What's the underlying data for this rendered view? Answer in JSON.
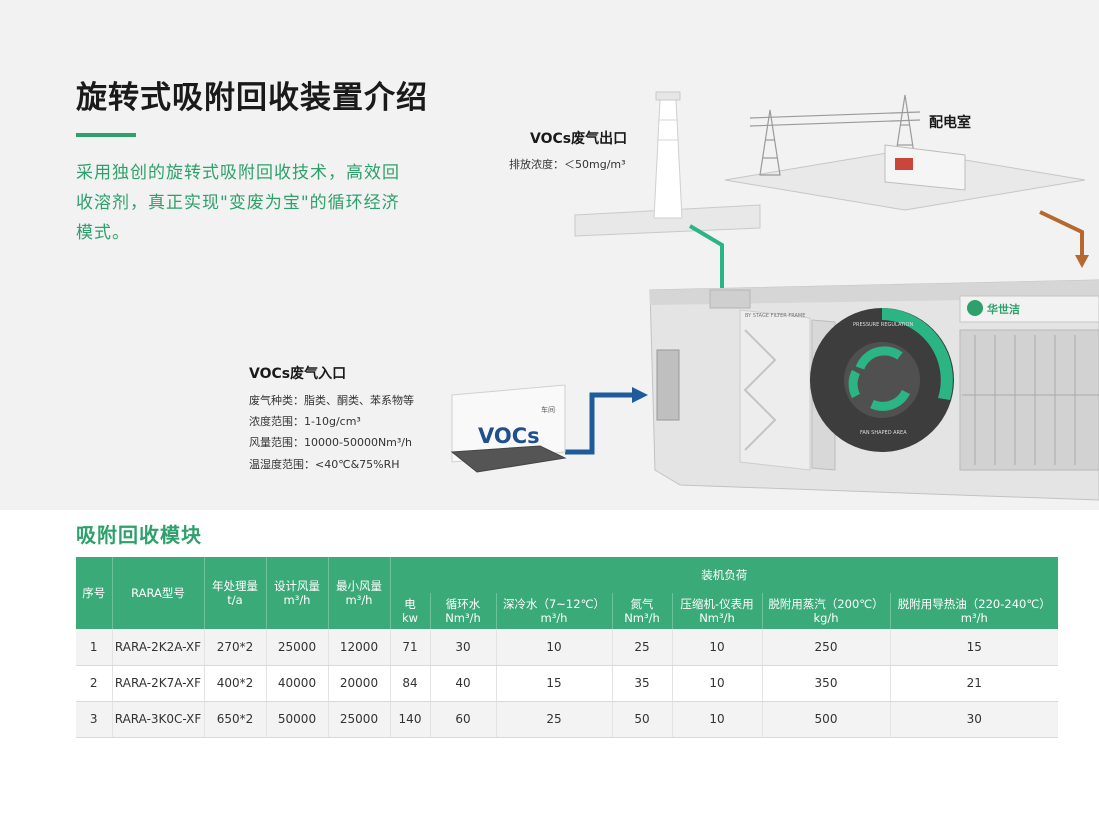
{
  "hero": {
    "title": "旋转式吸附回收装置介绍",
    "intro": "采用独创的旋转式吸附回收技术，高效回收溶剂，真正实现\"变废为宝\"的循环经济模式。",
    "outlet": {
      "heading": "VOCs废气出口",
      "detail": "排放浓度：＜50mg/m³"
    },
    "substation": {
      "heading": "配电室"
    },
    "inlet": {
      "heading": "VOCs废气入口",
      "details": [
        "废气种类：脂类、酮类、苯系物等",
        "浓度范围：1-10g/cm³",
        "风量范围：10000-50000Nm³/h",
        "温湿度范围：<40℃&75%RH"
      ]
    },
    "vocs_box_label": "VOCs",
    "vocs_box_tag": "车间",
    "machine": {
      "brand": "华世洁",
      "wheel_top": "PRESSURE REGULATION",
      "wheel_bottom": "FAN SHAPED AREA",
      "panel_text": "BY STAGE FILTER FRAME"
    }
  },
  "section": {
    "title": "吸附回收模块"
  },
  "table": {
    "group_header": "装机负荷",
    "headers": [
      {
        "l1": "序号",
        "l2": ""
      },
      {
        "l1": "RARA型号",
        "l2": ""
      },
      {
        "l1": "年处理量",
        "l2": "t/a"
      },
      {
        "l1": "设计风量",
        "l2": "m³/h"
      },
      {
        "l1": "最小风量",
        "l2": "m³/h"
      }
    ],
    "sub_headers": [
      {
        "l1": "电",
        "l2": "kw"
      },
      {
        "l1": "循环水",
        "l2": "Nm³/h"
      },
      {
        "l1": "深冷水（7~12℃）",
        "l2": "m³/h"
      },
      {
        "l1": "氮气",
        "l2": "Nm³/h"
      },
      {
        "l1": "压缩机-仪表用",
        "l2": "Nm³/h"
      },
      {
        "l1": "脱附用蒸汽（200℃）",
        "l2": "kg/h"
      },
      {
        "l1": "脱附用导热油（220-240℃）",
        "l2": "m³/h"
      }
    ],
    "rows": [
      [
        "1",
        "RARA-2K2A-XF",
        "270*2",
        "25000",
        "12000",
        "71",
        "30",
        "10",
        "25",
        "10",
        "250",
        "15"
      ],
      [
        "2",
        "RARA-2K7A-XF",
        "400*2",
        "40000",
        "20000",
        "84",
        "40",
        "15",
        "35",
        "10",
        "350",
        "21"
      ],
      [
        "3",
        "RARA-3K0C-XF",
        "650*2",
        "50000",
        "25000",
        "140",
        "60",
        "25",
        "50",
        "10",
        "500",
        "30"
      ]
    ]
  },
  "colors": {
    "accent": "#2ea06b",
    "header": "#3aaa78",
    "pipe_green": "#2bb585",
    "pipe_blue": "#1f5a9a",
    "pipe_orange": "#b5692e"
  }
}
